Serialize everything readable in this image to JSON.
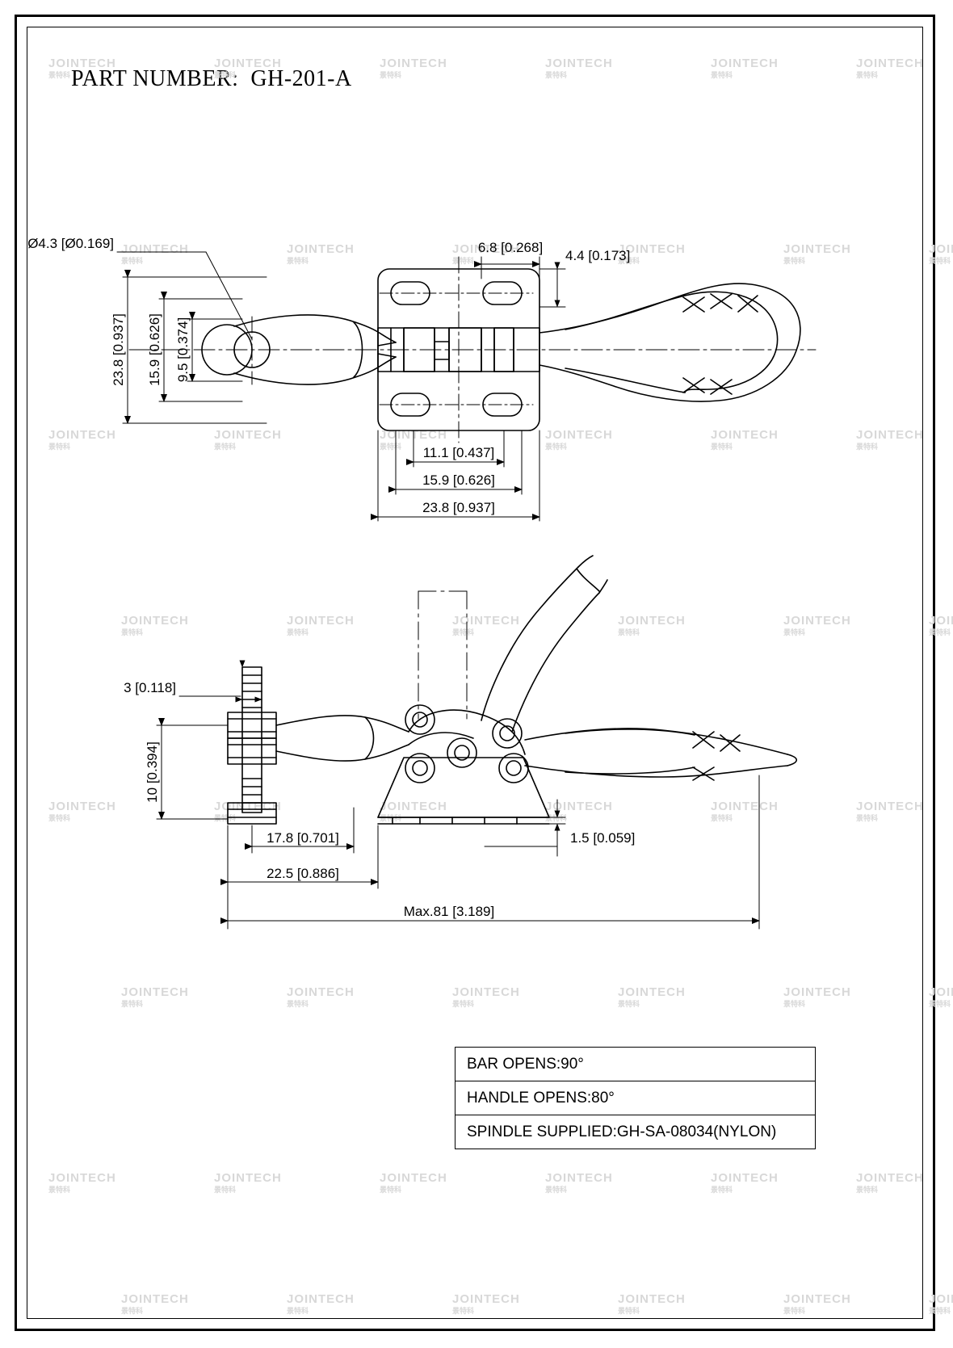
{
  "sheet": {
    "title": "PART NUMBER:  GH-201-A",
    "watermark": "JOINTECH",
    "watermark_cn": "景特科"
  },
  "notes": {
    "rows": [
      "BAR OPENS:90°",
      "HANDLE OPENS:80°",
      "SPINDLE SUPPLIED:GH-SA-08034(NYLON)"
    ]
  },
  "dimensions": {
    "hole_dia": "Ø4.3 [Ø0.169]",
    "top_height": "23.8 [0.937]",
    "top_inner_height": "15.9 [0.626]",
    "top_small_height": "9.5 [0.374]",
    "top_w1": "6.8 [0.268]",
    "top_w2": "4.4 [0.173]",
    "base_w1": "11.1 [0.437]",
    "base_w2": "15.9 [0.626]",
    "base_w3": "23.8 [0.937]",
    "spindle_thread": "3 [0.118]",
    "side_height": "10 [0.394]",
    "side_w1": "17.8 [0.701]",
    "side_w2": "22.5 [0.886]",
    "plate_thk": "1.5 [0.059]",
    "overall_len": "Max.81 [3.189]"
  }
}
